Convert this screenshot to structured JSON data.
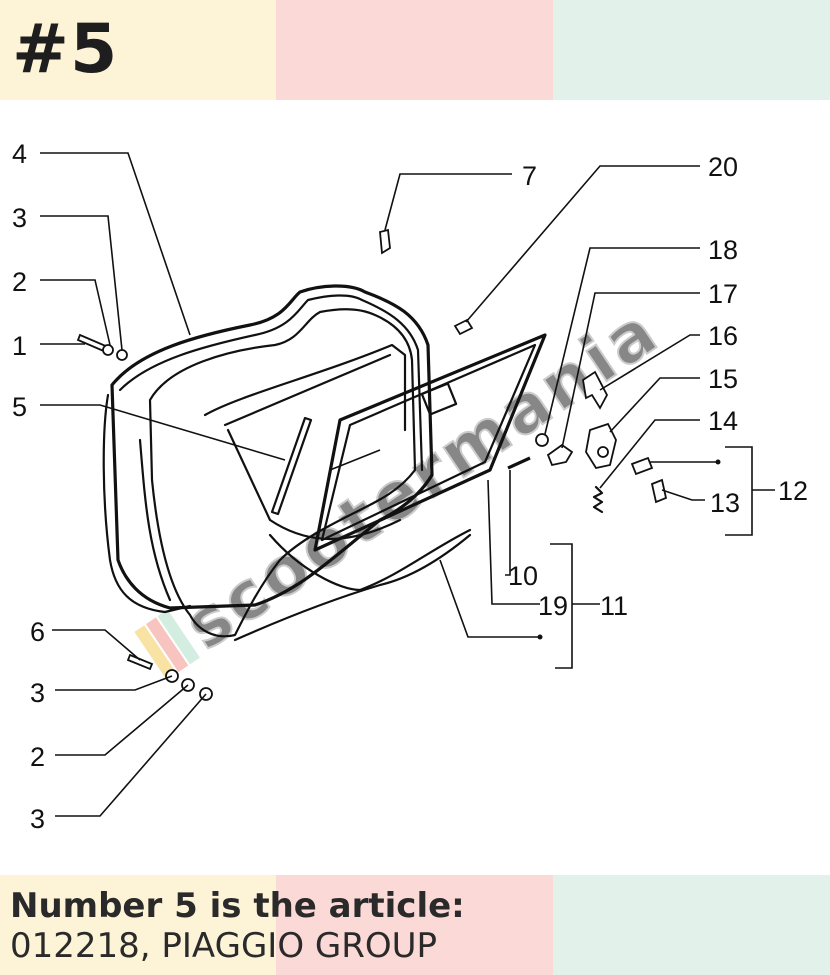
{
  "header": {
    "part_number": "#5"
  },
  "caption": {
    "line1": "Number 5 is the article:",
    "line2": "012218, PIAGGIO GROUP"
  },
  "diagram": {
    "labels": {
      "l1": "1",
      "l2a": "2",
      "l3a": "3",
      "l4": "4",
      "l5": "5",
      "l6": "6",
      "l3b": "3",
      "l2b": "2",
      "l3c": "3",
      "l7": "7",
      "l20": "20",
      "l18": "18",
      "l17": "17",
      "l16": "16",
      "l15": "15",
      "l14": "14",
      "l12": "12",
      "l13": "13",
      "l10": "10",
      "l19": "19",
      "l11": "11"
    },
    "watermark": "scootermania"
  },
  "colors": {
    "band_yellow": "#fdf4d7",
    "band_pink": "#fbd9d7",
    "band_green": "#e2f2ea"
  }
}
